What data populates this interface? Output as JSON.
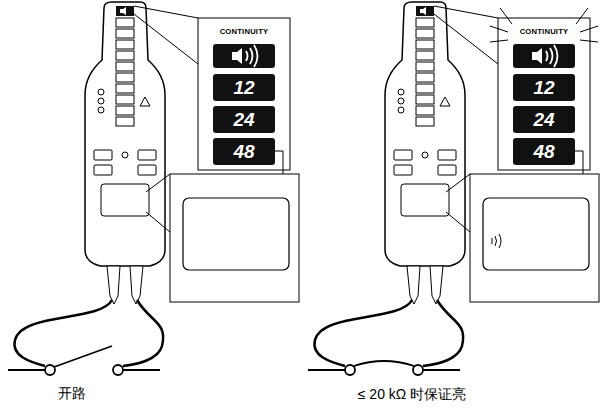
{
  "diagram": {
    "nodes": [
      {
        "text": [
          "CONTINUITY"
        ]
      },
      {
        "text": [
          "12"
        ],
        "in": 0
      },
      {
        "text": [
          "24"
        ],
        "in": 0
      },
      {
        "text": [
          "48"
        ],
        "in": 0
      },
      {
        "text": [
          "CONTINUITY"
        ]
      },
      {
        "text": [
          "12"
        ],
        "in": 4
      },
      {
        "text": [
          "24"
        ],
        "in": 4
      },
      {
        "text": [
          "48"
        ],
        "in": 4
      }
    ],
    "labels": [
      "开路",
      "≤ 20 kΩ 时保证亮"
    ]
  }
}
